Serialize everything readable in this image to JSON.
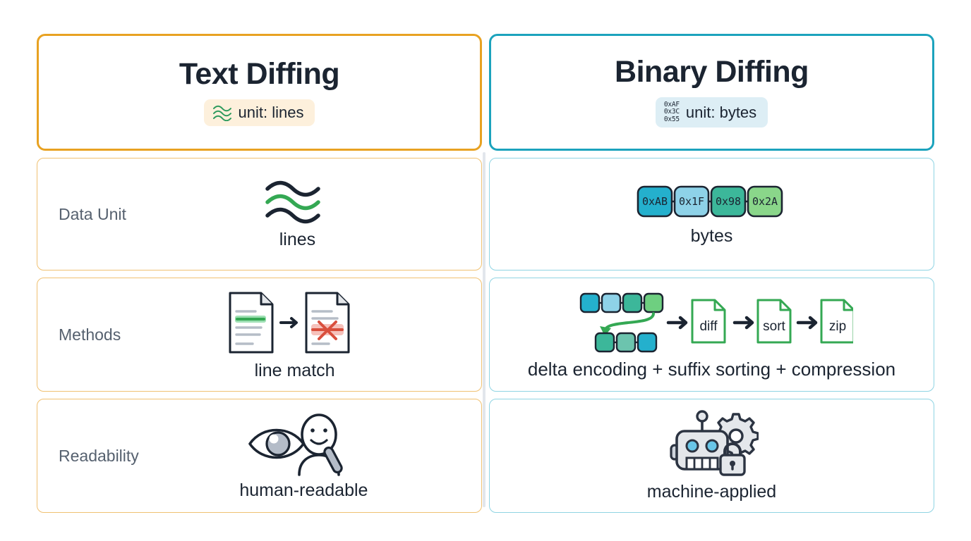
{
  "headers": [
    {
      "title": "Text Diffing",
      "badge_label": "unit: lines",
      "badge_icon": "wavy-lines-icon",
      "accent": "#e8a222"
    },
    {
      "title": "Binary Diffing",
      "badge_label": "unit: bytes",
      "badge_icon": "hex-stack-icon",
      "hex_lines": [
        "0xAF",
        "0x3C",
        "0x55"
      ],
      "accent": "#1ca3bd"
    }
  ],
  "rows": [
    {
      "label": "Data Unit",
      "left": {
        "icon": "wavy-lines-icon",
        "caption": "lines"
      },
      "right": {
        "icon": "byte-blocks-icon",
        "caption": "bytes",
        "bytes": [
          "0xAB",
          "0x1F",
          "0x98",
          "0x2A"
        ],
        "byte_colors": [
          "#24b0cd",
          "#8ed2e8",
          "#3cb79a",
          "#8ad68a"
        ]
      }
    },
    {
      "label": "Methods",
      "left": {
        "icon": "two-documents-diff-icon",
        "caption": "line match"
      },
      "right": {
        "icon": "delta-pipeline-icon",
        "caption": "delta encoding + suffix sorting + compression",
        "pipeline_steps": [
          "diff",
          "sort",
          "zip"
        ],
        "blocks_top": [
          "#24b0cd",
          "#8ed2e8",
          "#3cb79a",
          "#6ecf80"
        ],
        "blocks_bottom": [
          "#3cb79a",
          "#6cc4ae",
          "#24b0cd"
        ]
      }
    },
    {
      "label": "Readability",
      "left": {
        "icon": "eye-and-person-magnifier-icon",
        "caption": "human-readable"
      },
      "right": {
        "icon": "robot-gear-lock-icon",
        "caption": "machine-applied"
      }
    }
  ],
  "colors": {
    "orange": "#e8a222",
    "teal": "#1ca3bd",
    "orange_light": "#f0c172",
    "teal_light": "#8fd4e3",
    "badge_cream": "#fdf0dc",
    "badge_ice": "#ddeef5",
    "ink": "#1b2431",
    "label_gray": "#56616f",
    "green": "#34a853",
    "red": "#d94f3d",
    "divider": "#e2e6ec"
  }
}
